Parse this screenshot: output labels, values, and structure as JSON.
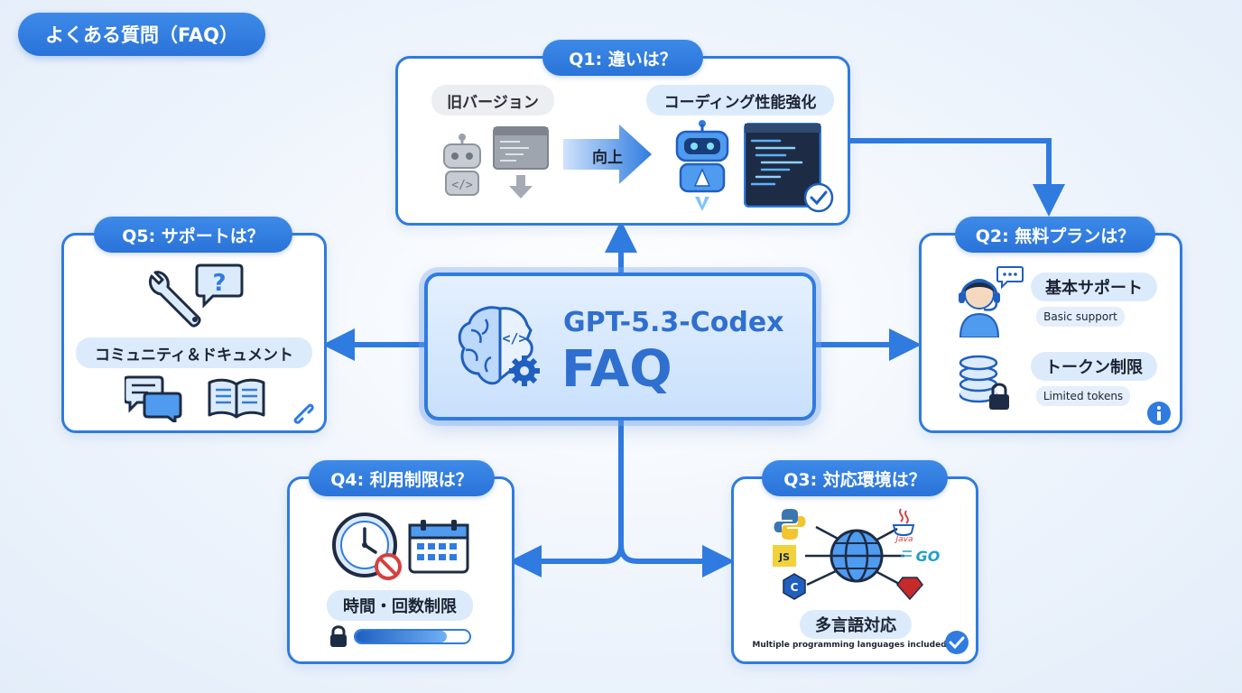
{
  "title": "よくある質問（FAQ）",
  "center": {
    "line1": "GPT-5.3-Codex",
    "line2": "FAQ"
  },
  "q1": {
    "tab": "Q1: 違いは？",
    "old_label": "旧バージョン",
    "arrow_label": "向上",
    "new_label": "コーディング性能強化"
  },
  "q2": {
    "tab": "Q2: 無料プランは？",
    "support_label": "基本サポート",
    "support_sub": "Basic support",
    "token_label": "トークン制限",
    "token_sub": "Limited tokens"
  },
  "q3": {
    "tab": "Q3: 対応環境は？",
    "label": "多言語対応",
    "sub": "Multiple programming languages included",
    "langs": {
      "js": "JS",
      "java": "Java",
      "go": "GO"
    }
  },
  "q4": {
    "tab": "Q4: 利用制限は？",
    "label": "時間・回数制限",
    "progress": 0.8
  },
  "q5": {
    "tab": "Q5: サポートは？",
    "label": "コミュニティ＆ドキュメント"
  },
  "colors": {
    "accent": "#2f7be0",
    "accent_dark": "#1f5fbf",
    "light": "#dcebfb"
  },
  "icons": [
    "robot-icon",
    "code-window-icon",
    "down-arrow-icon",
    "rocket-robot-icon",
    "check-icon",
    "brain-code-icon",
    "gear-icon",
    "headset-agent-icon",
    "chat-icon",
    "coins-lock-icon",
    "info-icon",
    "globe-icon",
    "python-icon",
    "java-icon",
    "go-icon",
    "c-sharp-icon",
    "ruby-icon",
    "clock-icon",
    "calendar-icon",
    "lock-icon",
    "wrench-icon",
    "question-bubble-icon",
    "chat-bubbles-icon",
    "book-icon",
    "link-icon"
  ]
}
